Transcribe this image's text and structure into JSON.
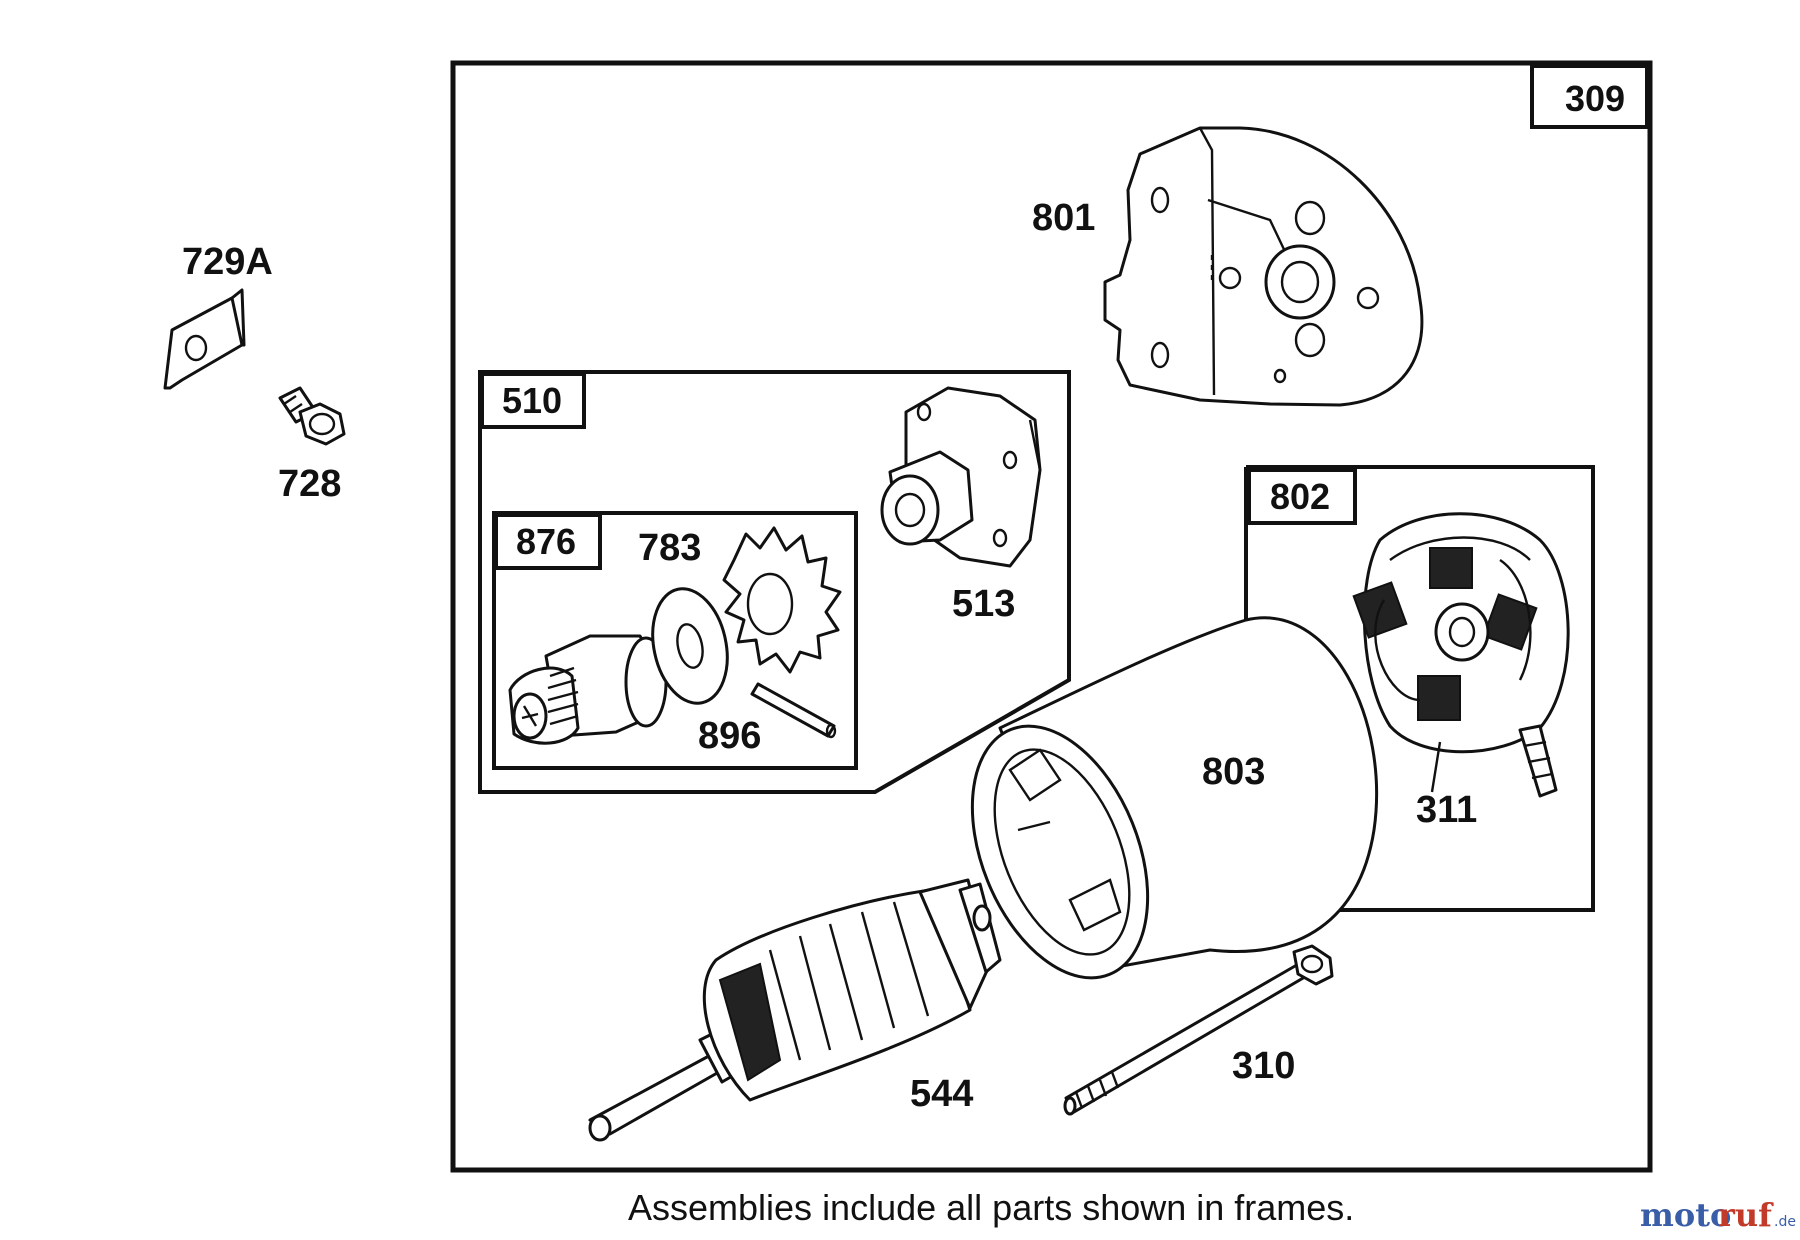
{
  "frames": {
    "main": "309",
    "drive": "510",
    "clutch": "876",
    "brush": "802"
  },
  "parts": {
    "p729A": "729A",
    "p728": "728",
    "p801": "801",
    "p513": "513",
    "p783": "783",
    "p896": "896",
    "p803": "803",
    "p311": "311",
    "p544": "544",
    "p310": "310"
  },
  "caption": "Assemblies include all parts shown in frames.",
  "watermark": {
    "part1": "moto",
    "part2": "ruf",
    "part3": ".de"
  }
}
